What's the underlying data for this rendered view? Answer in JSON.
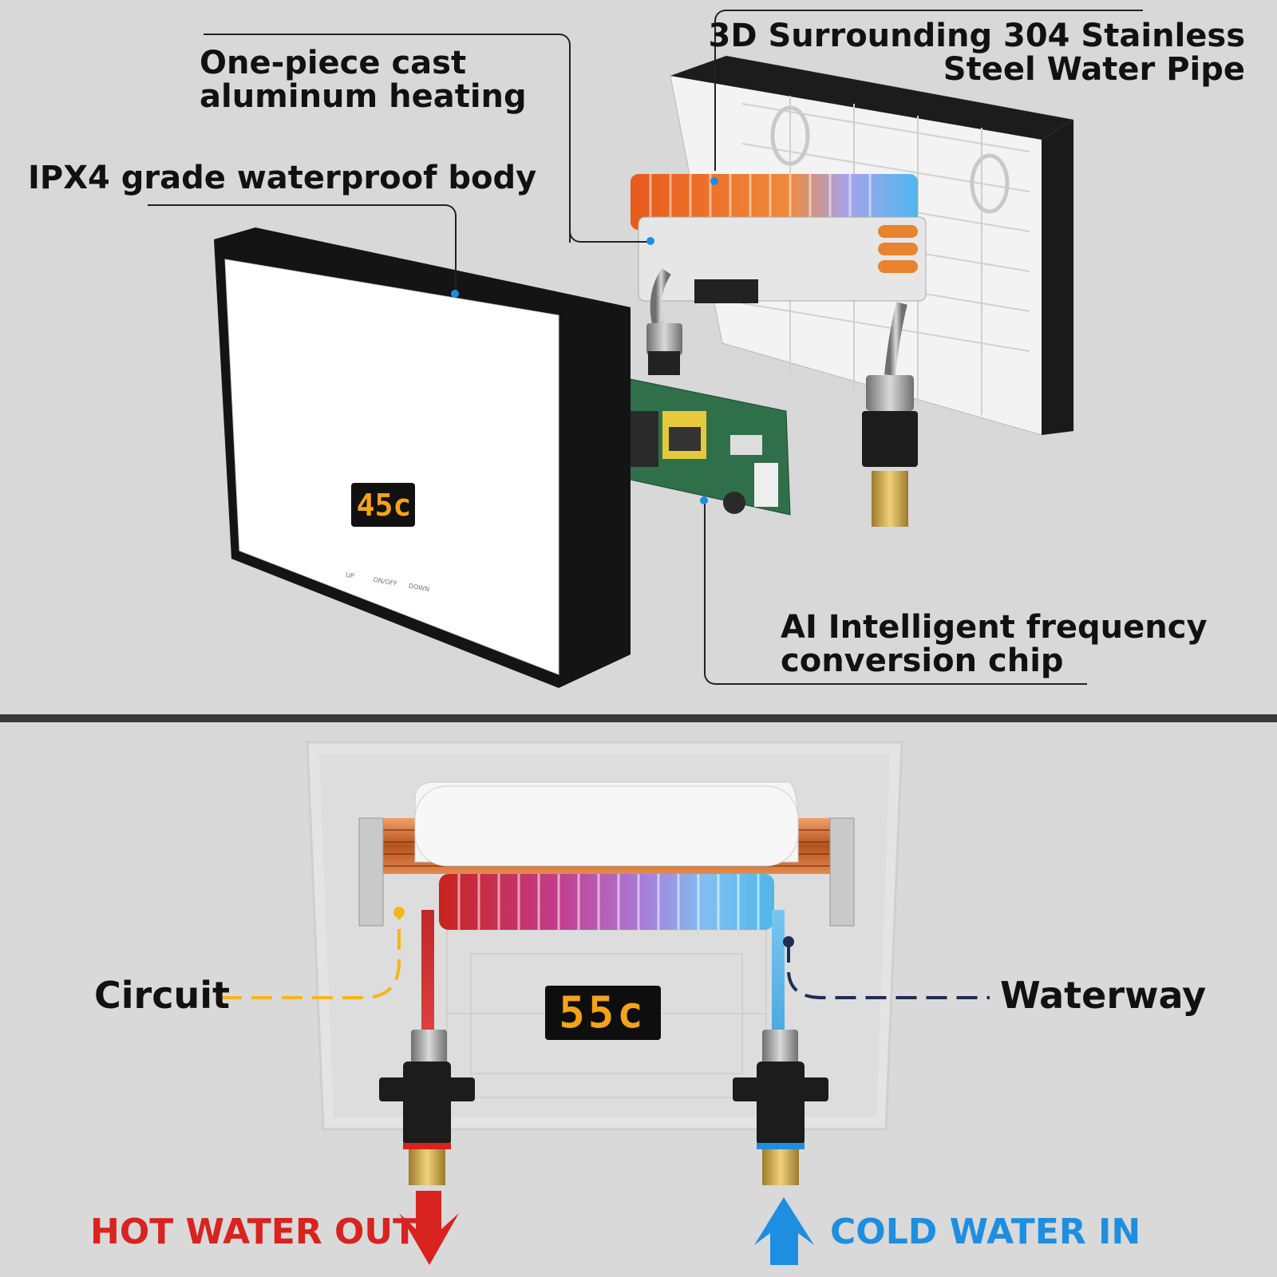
{
  "callouts": {
    "stainless_pipe_line1": "3D Surrounding 304 Stainless",
    "stainless_pipe_line2": "Steel Water Pipe",
    "heating_line1": "One-piece cast",
    "heating_line2": "aluminum heating",
    "waterproof_body": "IPX4 grade waterproof body",
    "chip_line1": "AI Intelligent frequency",
    "chip_line2": "conversion chip",
    "circuit": "Circuit",
    "waterway": "Waterway"
  },
  "displays": {
    "front_temp": "45c",
    "inner_temp": "55c"
  },
  "front_panel_buttons": [
    "UP",
    "ON/OFF",
    "DOWN"
  ],
  "flow": {
    "hot_out": "HOT WATER OUT",
    "cold_in": "COLD WATER IN"
  },
  "colors": {
    "hot": "#d8231f",
    "cold": "#1e8fe0",
    "circuit_line": "#f4b61a",
    "waterway_line": "#1c2f52",
    "display_digits": "#f7a21b"
  },
  "icons": [
    "arrow-down-icon",
    "arrow-up-icon"
  ]
}
